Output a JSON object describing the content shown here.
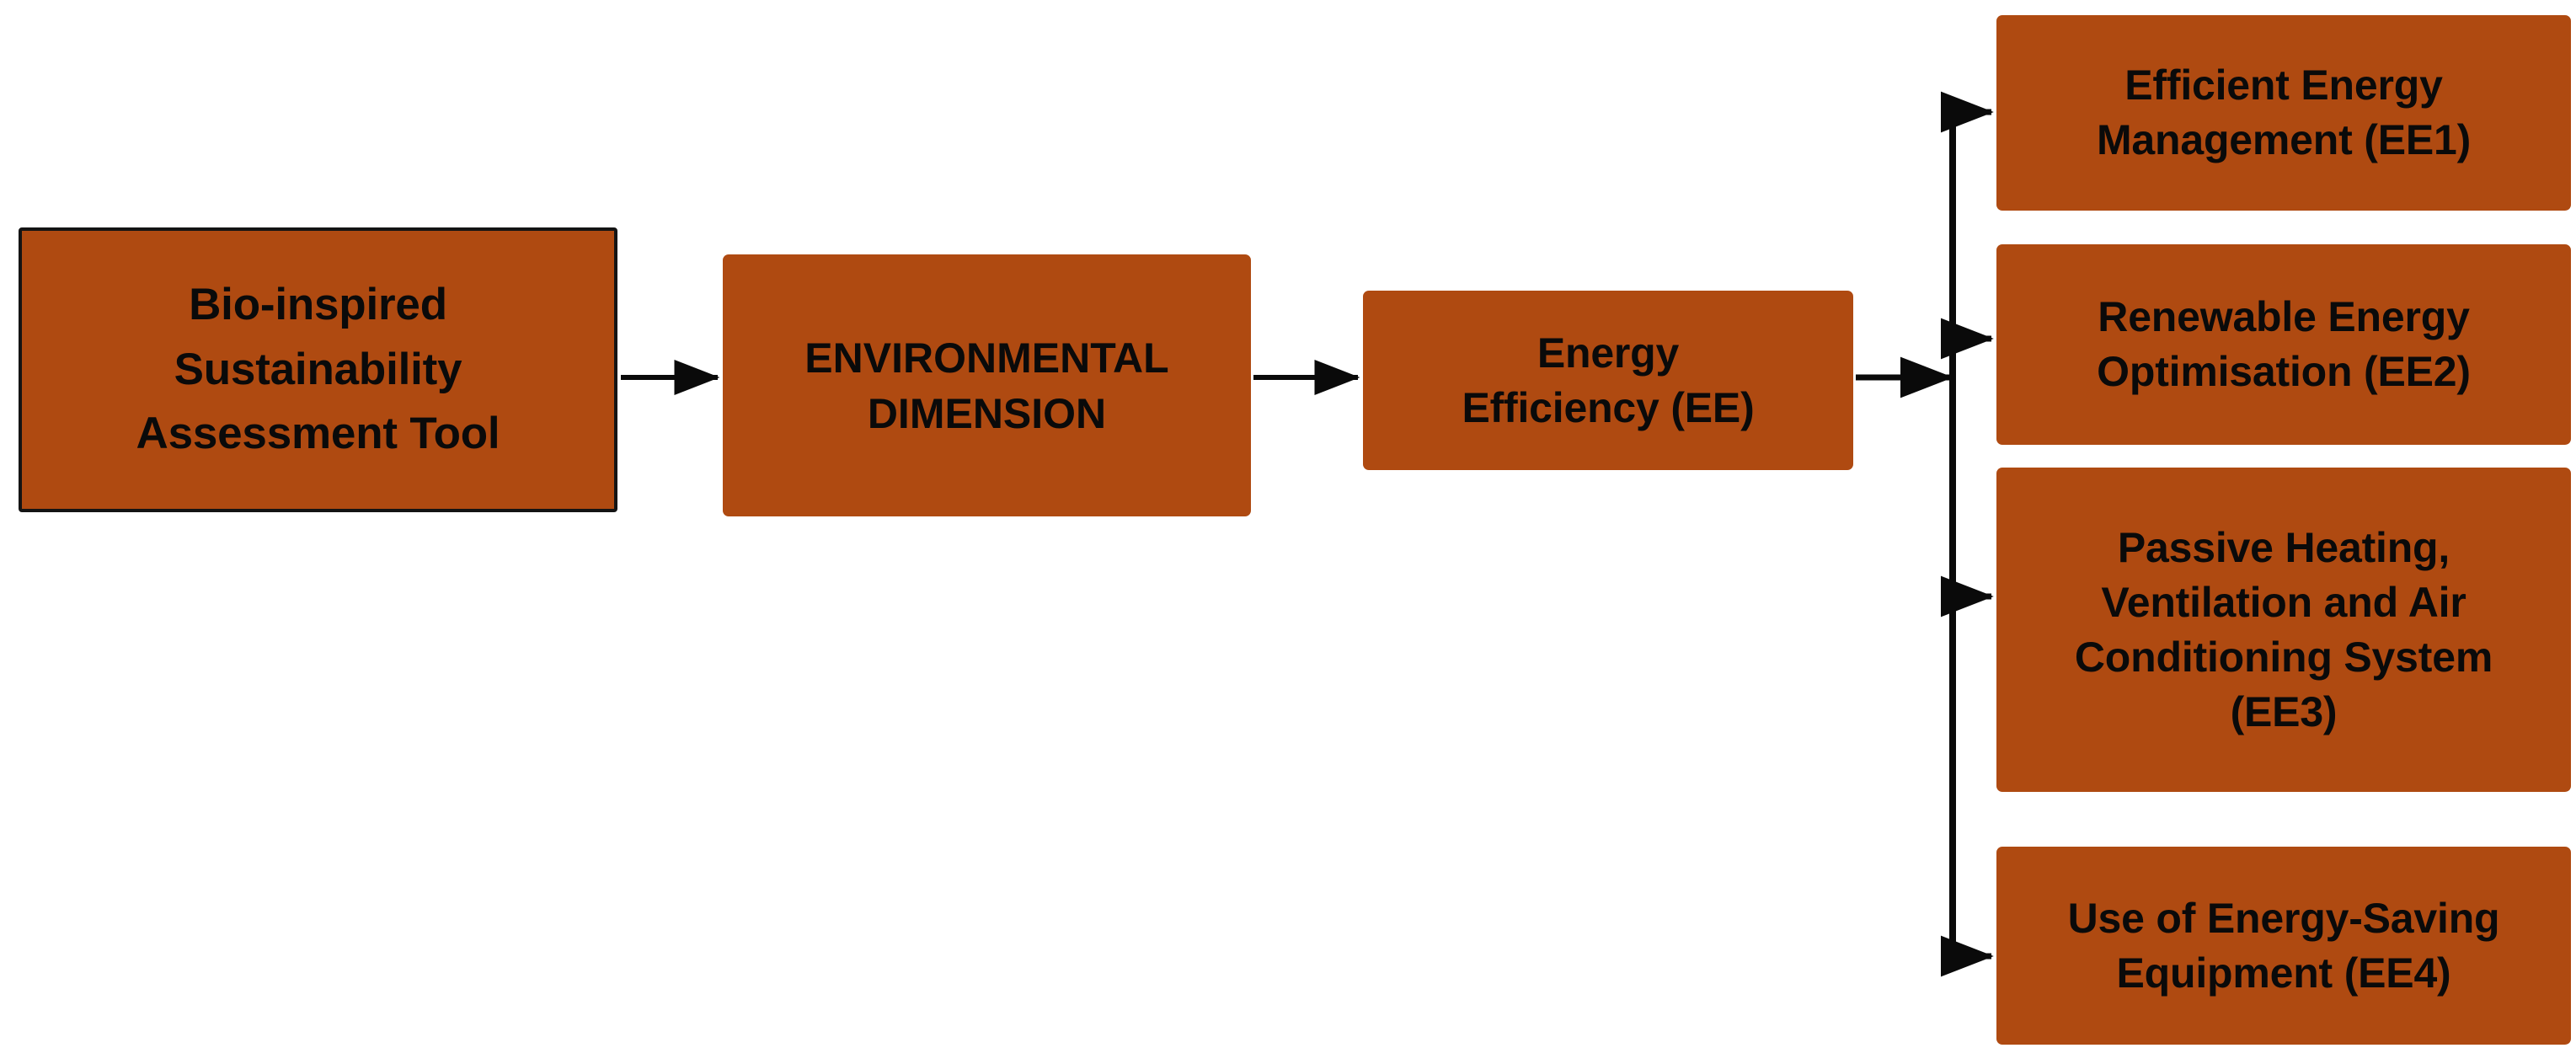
{
  "diagram": {
    "title": "Bio-inspired Sustainability Assessment Tool — Environmental Dimension — Energy Efficiency",
    "type": "hierarchy-flowchart",
    "orientation": "left-to-right",
    "colors": {
      "node_fill": "#AF4A11",
      "node_text": "#0A0A0A",
      "connector": "#0A0A0A",
      "canvas_background": "#FFFFFF",
      "root_border": "#141414"
    }
  },
  "nodes": {
    "root": {
      "id": "root",
      "label": "Bio-inspired\nSustainability\nAssessment Tool",
      "level": 0
    },
    "dimension": {
      "id": "environmental-dimension",
      "label": "ENVIRONMENTAL\nDIMENSION",
      "level": 1
    },
    "criterion": {
      "id": "energy-efficiency",
      "label": "Energy\nEfficiency (EE)",
      "code": "EE",
      "level": 2
    },
    "indicators": [
      {
        "id": "EE1",
        "label": "Efficient Energy\nManagement (EE1)",
        "code": "EE1",
        "level": 3
      },
      {
        "id": "EE2",
        "label": "Renewable Energy\nOptimisation (EE2)",
        "code": "EE2",
        "level": 3
      },
      {
        "id": "EE3",
        "label": "Passive Heating,\nVentilation and Air\nConditioning System\n(EE3)",
        "code": "EE3",
        "level": 3
      },
      {
        "id": "EE4",
        "label": "Use of Energy-Saving\nEquipment (EE4)",
        "code": "EE4",
        "level": 3
      }
    ]
  },
  "edges": [
    {
      "from": "root",
      "to": "environmental-dimension",
      "style": "arrow"
    },
    {
      "from": "environmental-dimension",
      "to": "energy-efficiency",
      "style": "arrow"
    },
    {
      "from": "energy-efficiency",
      "to": "EE1",
      "style": "arrow-branch"
    },
    {
      "from": "energy-efficiency",
      "to": "EE2",
      "style": "arrow-branch"
    },
    {
      "from": "energy-efficiency",
      "to": "EE3",
      "style": "arrow-branch"
    },
    {
      "from": "energy-efficiency",
      "to": "EE4",
      "style": "arrow-branch"
    }
  ]
}
